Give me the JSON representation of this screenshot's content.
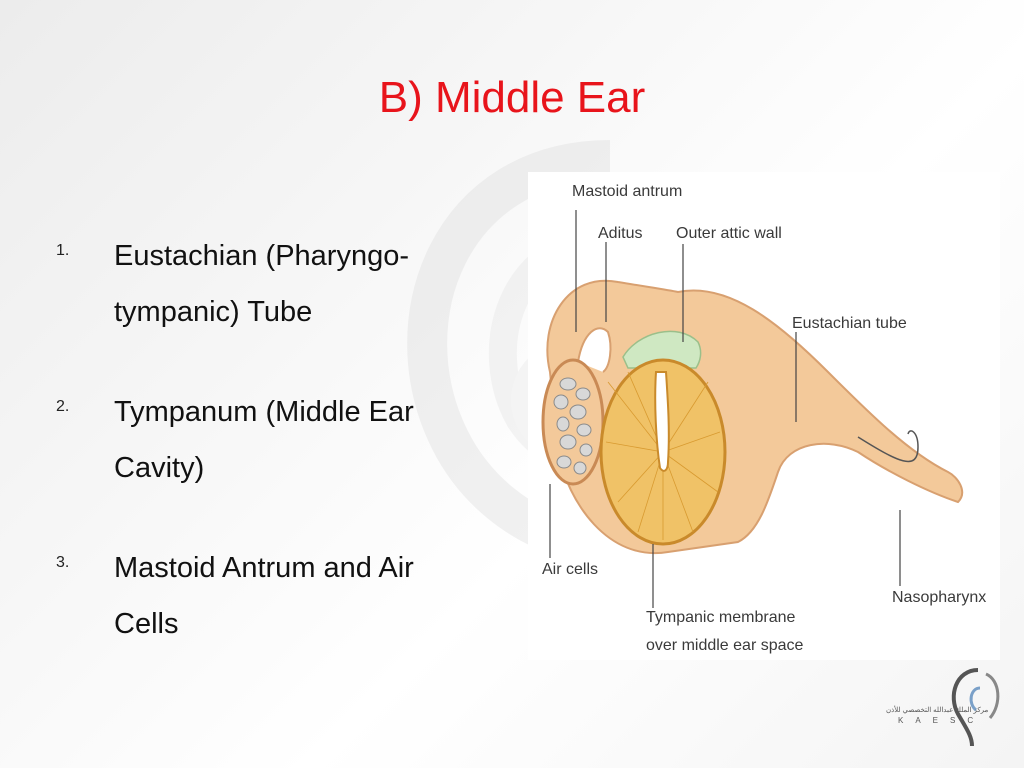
{
  "slide": {
    "title": "B) Middle Ear",
    "items": [
      {
        "number": "1.",
        "line1": "Eustachian (Pharyngo-",
        "line2": "tympanic) Tube"
      },
      {
        "number": "2.",
        "line1": "Tympanum (Middle Ear",
        "line2": "Cavity)"
      },
      {
        "number": "3.",
        "line1": "Mastoid Antrum and  Air",
        "line2": "Cells"
      }
    ]
  },
  "diagram": {
    "labels": {
      "mastoid_antrum": "Mastoid antrum",
      "aditus": "Aditus",
      "outer_attic_wall": "Outer attic wall",
      "eustachian_tube": "Eustachian tube",
      "air_cells": "Air cells",
      "tympanic_membrane_1": "Tympanic membrane",
      "tympanic_membrane_2": "over middle ear space",
      "nasopharynx": "Nasopharynx"
    },
    "colors": {
      "tube": "#f3c99a",
      "membrane": "#f0c267",
      "attic": "#cfe8c2",
      "air_cells": "#d8d8d8"
    }
  },
  "logo": {
    "arabic": "مركز الملك عبدالله التخصصي للأذن",
    "letters": "KAESC"
  }
}
